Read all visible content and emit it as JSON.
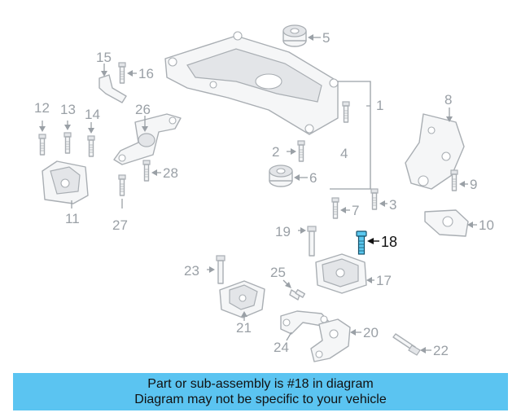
{
  "callouts": {
    "c1": "1",
    "c2": "2",
    "c3": "3",
    "c4": "4",
    "c5": "5",
    "c6": "6",
    "c7": "7",
    "c8": "8",
    "c9": "9",
    "c10": "10",
    "c11": "11",
    "c12": "12",
    "c13": "13",
    "c14": "14",
    "c15": "15",
    "c16": "16",
    "c17": "17",
    "c18": "18",
    "c19": "19",
    "c20": "20",
    "c21": "21",
    "c22": "22",
    "c23": "23",
    "c24": "24",
    "c25": "25",
    "c26": "26",
    "c27": "27",
    "c28": "28"
  },
  "highlight": {
    "part_number": "18",
    "color": "#5ac8ef"
  },
  "banner": {
    "line1": "Part or sub-assembly is #18 in diagram",
    "line2": "Diagram may not be specific to your vehicle",
    "background": "#5bc4f1"
  }
}
